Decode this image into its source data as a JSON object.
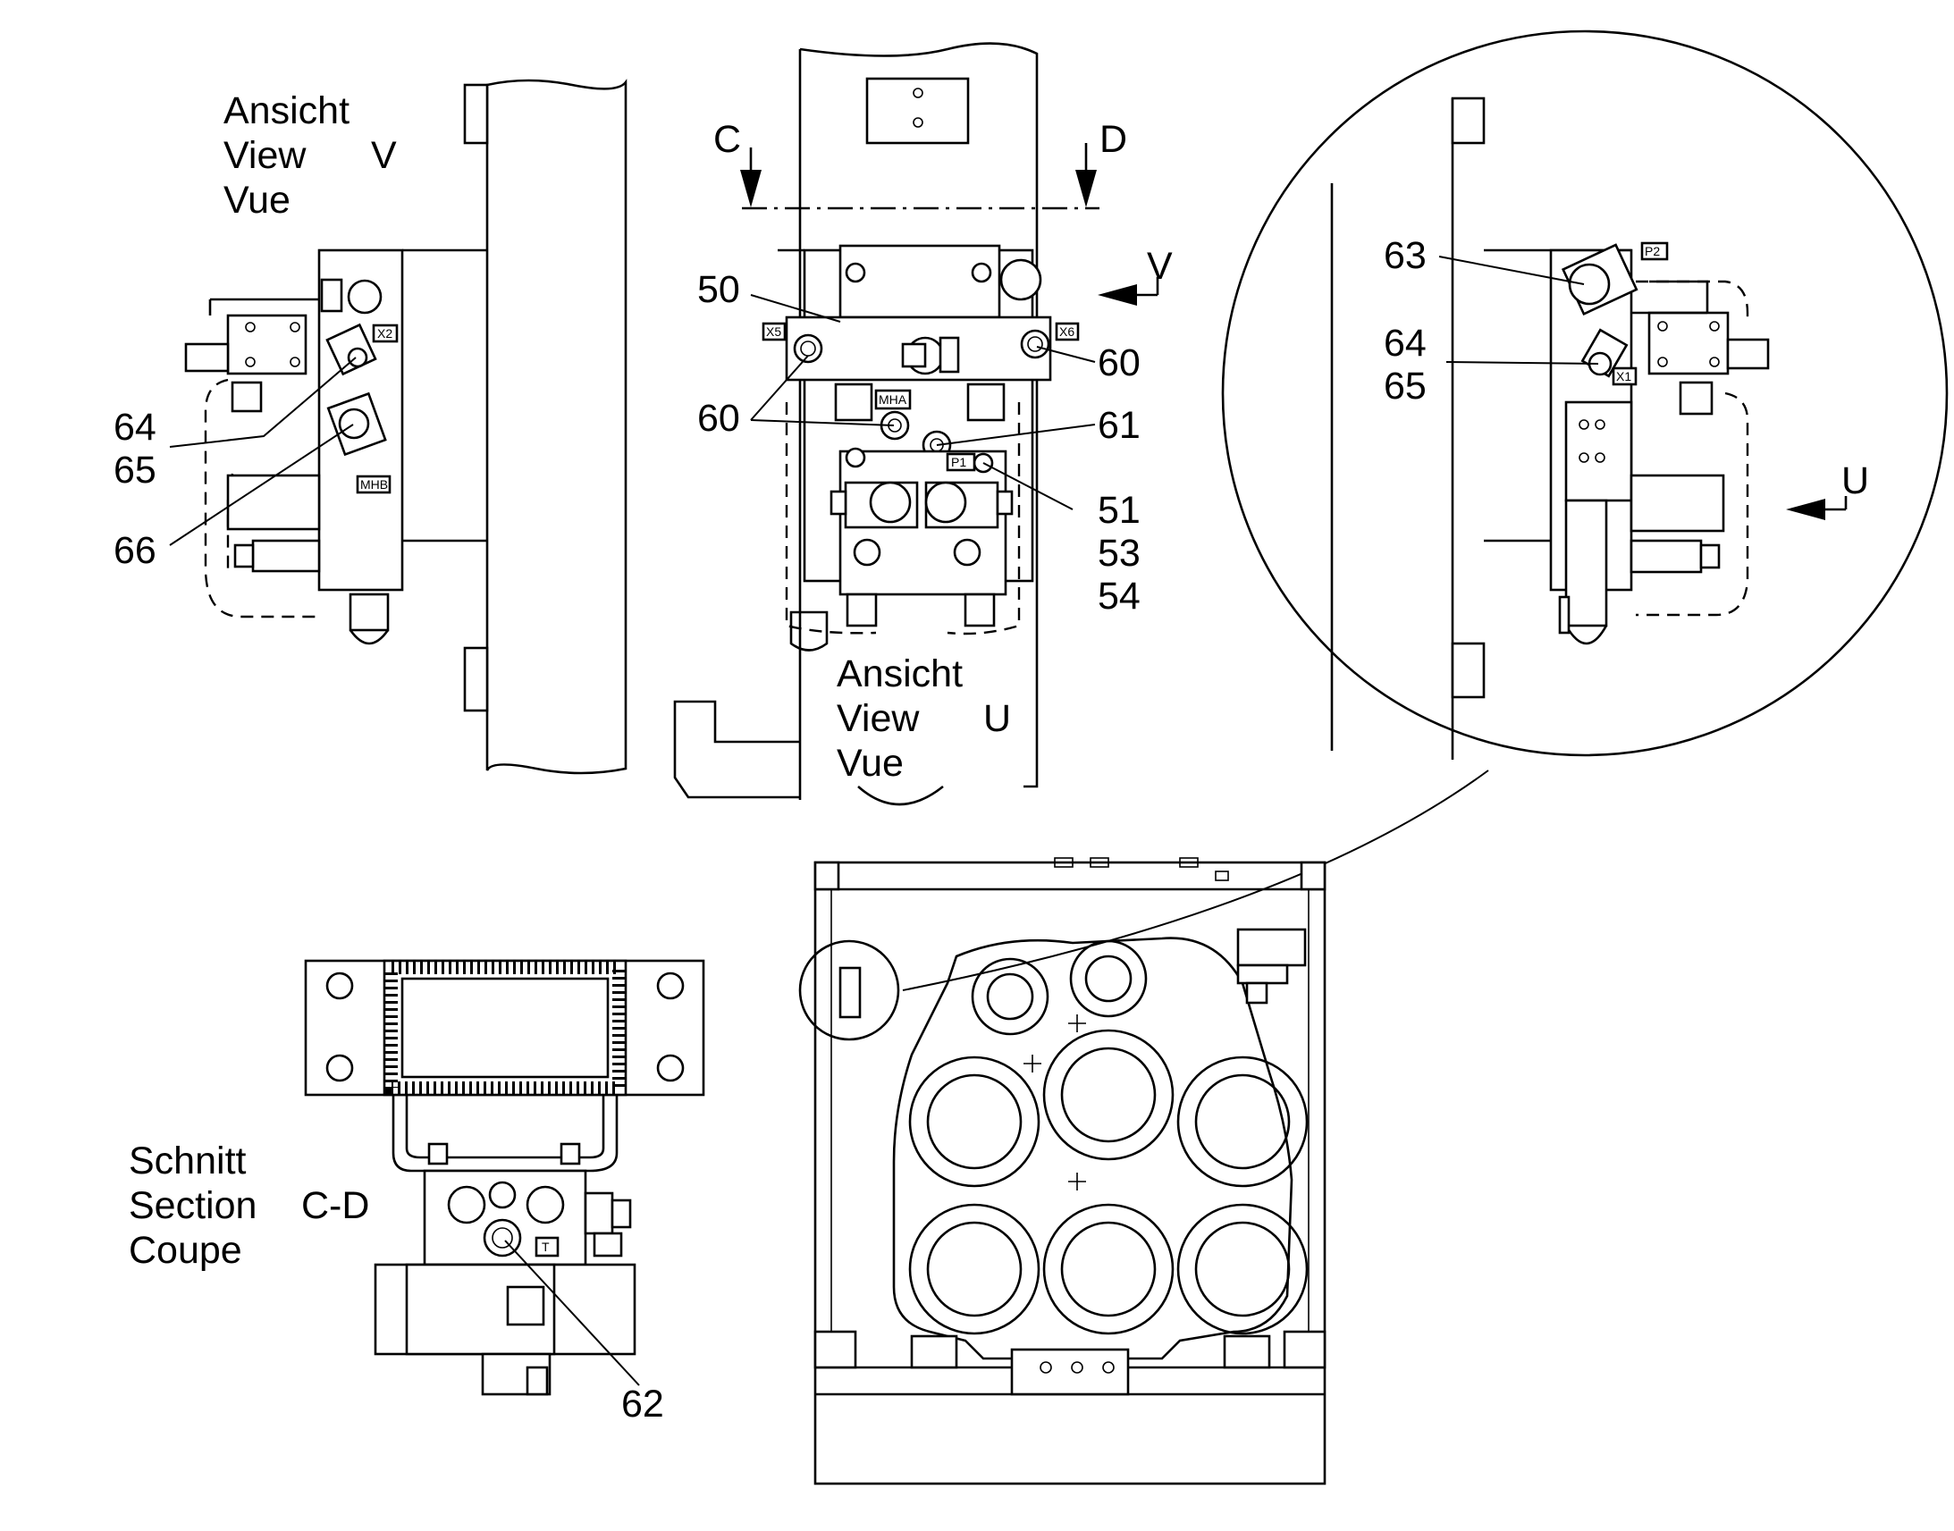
{
  "views": {
    "view_v": {
      "l1": "Ansicht",
      "l2": "View",
      "letter": "V",
      "l3": "Vue"
    },
    "view_u": {
      "l1": "Ansicht",
      "l2": "View",
      "letter": "U",
      "l3": "Vue"
    },
    "section_cd": {
      "l1": "Schnitt",
      "l2": "Section",
      "letter": "C-D",
      "l3": "Coupe"
    }
  },
  "arrows": {
    "c": "C",
    "d": "D",
    "v": "V",
    "u": "U"
  },
  "callouts": {
    "n50": "50",
    "n51": "51",
    "n53": "53",
    "n54": "54",
    "n60a": "60",
    "n60b": "60",
    "n61": "61",
    "n62": "62",
    "n63": "63",
    "n64a": "64",
    "n65a": "65",
    "n64b": "64",
    "n65b": "65",
    "n66": "66"
  },
  "port_tags": {
    "x2": "X2",
    "mhb": "MHB",
    "x5": "X5",
    "x6": "X6",
    "mha": "MHA",
    "p1": "P1",
    "p2": "P2",
    "x1": "X1",
    "t": "T"
  }
}
